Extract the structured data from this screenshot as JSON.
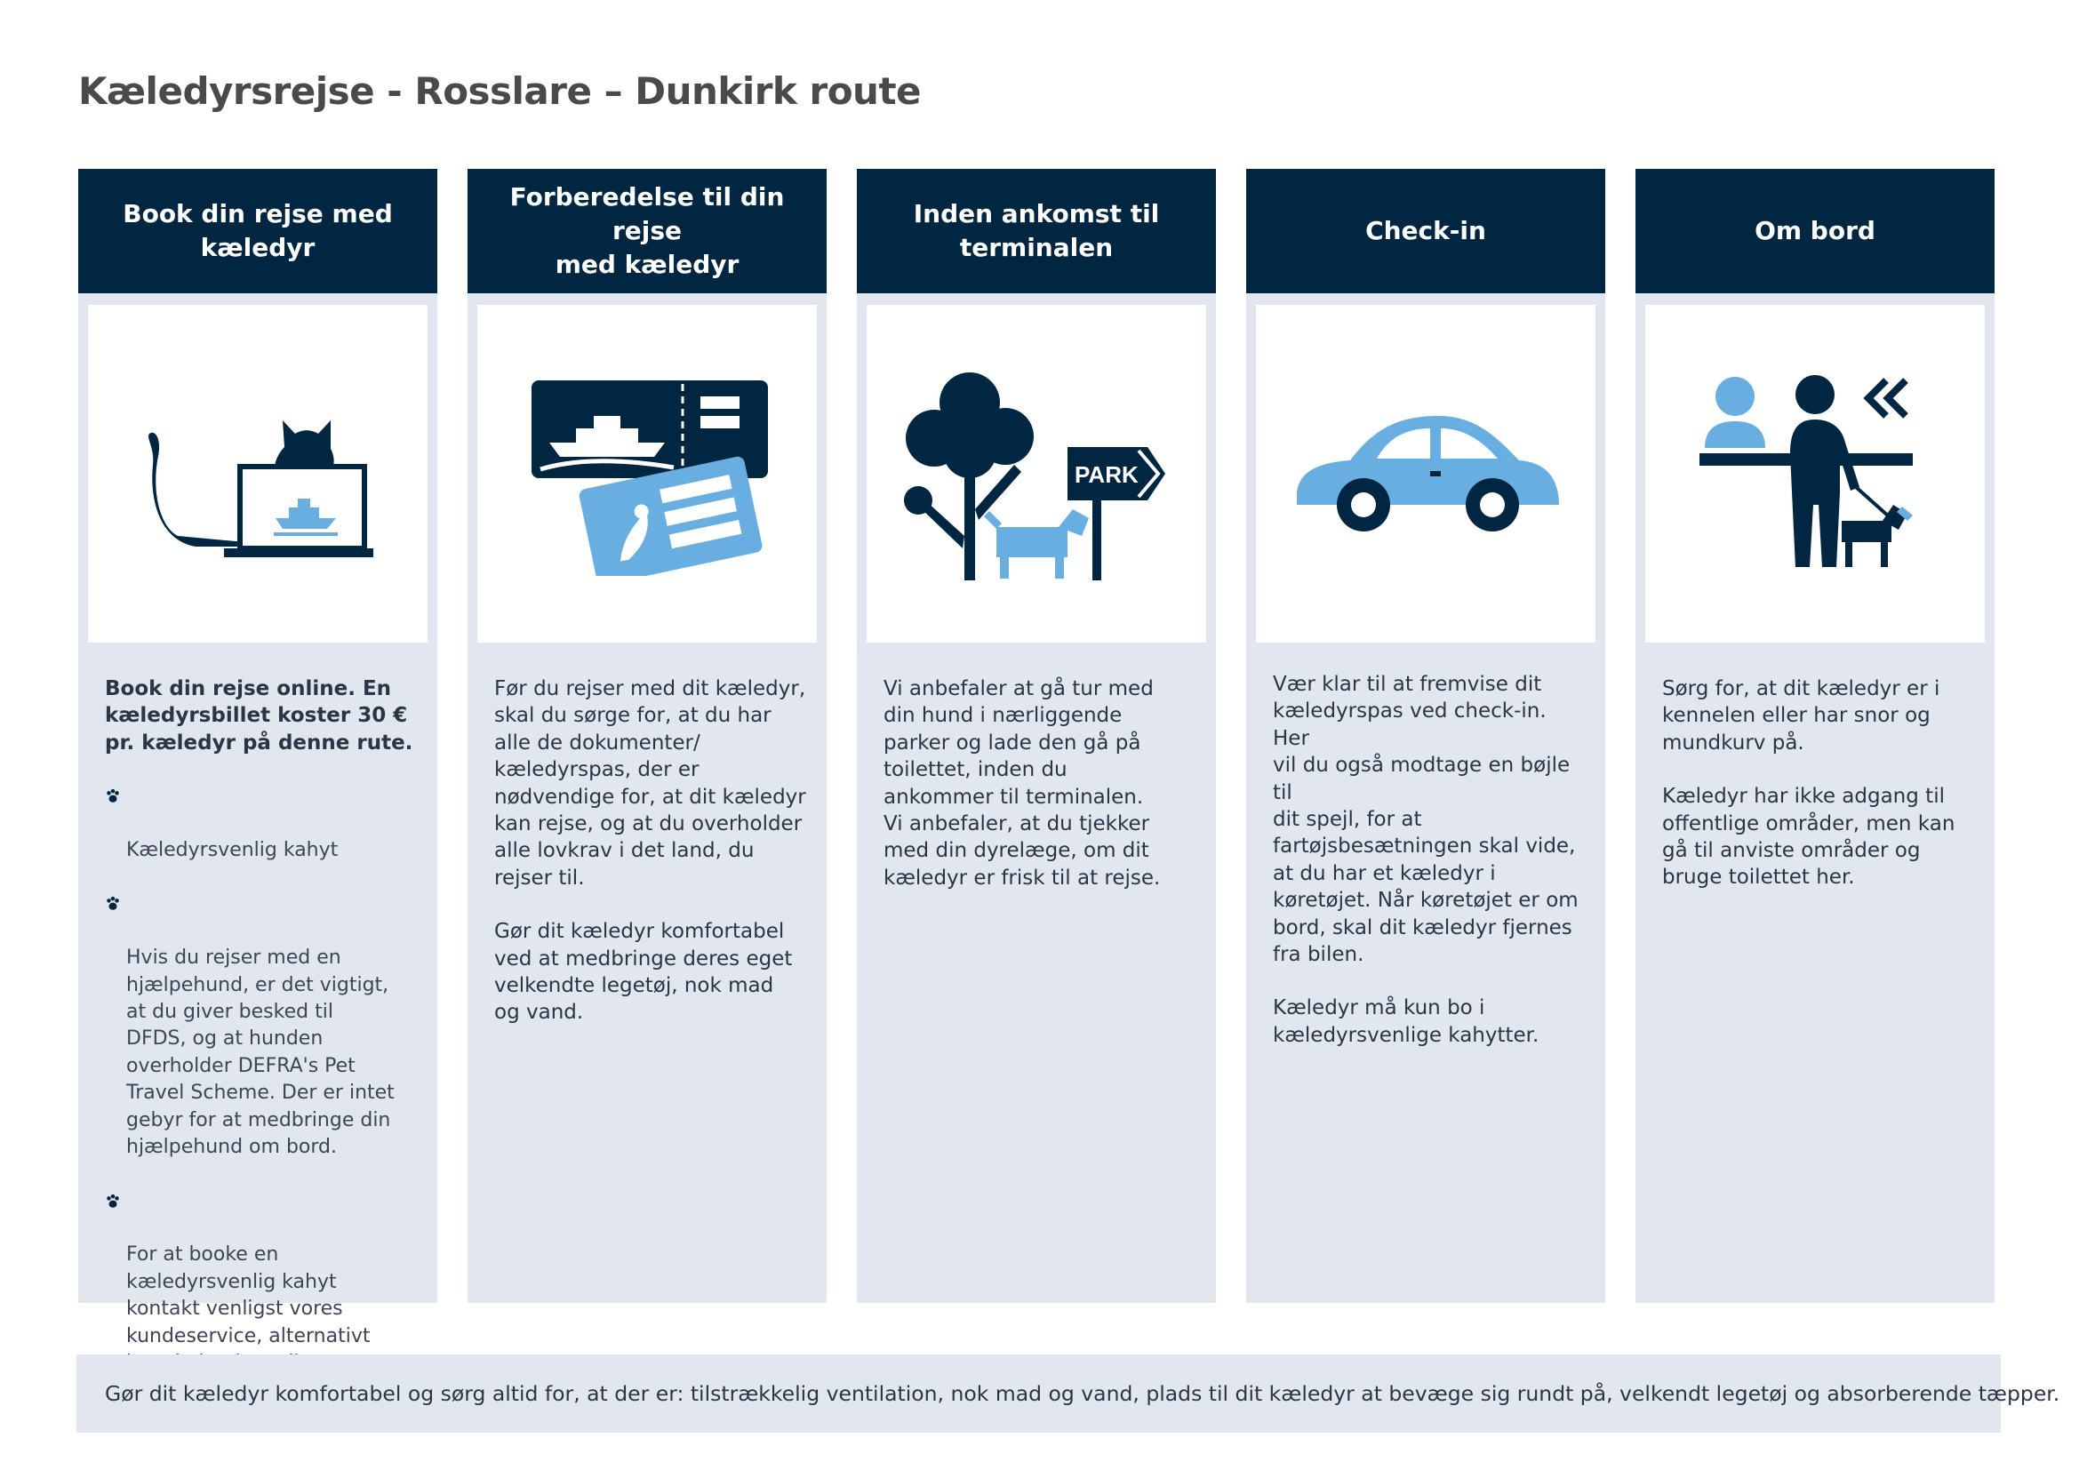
{
  "title": "Kæledyrsrejse - Rosslare – Dunkirk route",
  "columns": [
    {
      "heading": "Book din rejse med kæledyr",
      "heading_lines": [
        "Book din rejse med",
        "kæledyr"
      ],
      "icon": "cat-laptop-icon",
      "intro_bold": "Book din rejse online. En\nkæledyrsbillet koster 30 €\npr. kæledyr på denne rute.",
      "bullets": [
        "Kæledyrsvenlig kahyt",
        "Hvis du rejser med en\nhjælpehund, er det vigtigt,\nat du giver besked til\nDFDS, og at hunden\noverholder DEFRA's Pet\nTravel Scheme. Der er intet\ngebyr for at medbringe din\nhjælpehund om bord.",
        "For at booke en\nkæledyrsvenlig kahyt\nkontakt venligst vores\nkundeservice, alternativt\nkan du booke online."
      ]
    },
    {
      "heading": "Forberedelse til din rejse med kæledyr",
      "heading_lines": [
        "Forberedelse til din rejse",
        "med kæledyr"
      ],
      "icon": "ticket-passport-icon",
      "paragraphs": [
        "Før du rejser med dit kæledyr,\nskal du sørge for, at du har\nalle de dokumenter/\nkæledyrspas, der er\nnødvendige for, at dit kæledyr\nkan rejse, og at du overholder\nalle lovkrav i det land, du\nrejser til.",
        "Gør dit kæledyr komfortabel\nved at medbringe deres eget\nvelkendte legetøj, nok mad\nog vand."
      ]
    },
    {
      "heading": "Inden ankomst til terminalen",
      "heading_lines": [
        "Inden ankomst til",
        "terminalen"
      ],
      "icon": "park-dog-icon",
      "sign_text": "PARK",
      "paragraphs": [
        "Vi anbefaler at gå tur med\ndin hund i nærliggende\nparker og lade den gå på\ntoilettet, inden du\nankommer til terminalen.\nVi anbefaler, at du tjekker\nmed din dyrelæge, om dit\nkæledyr er frisk til at rejse."
      ]
    },
    {
      "heading": "Check-in",
      "heading_lines": [
        "Check-in"
      ],
      "icon": "car-icon",
      "paragraphs": [
        "Vær klar til at fremvise dit\nkæledyrspas ved check-in. Her\nvil du også modtage en bøjle til\ndit spejl, for at\nfartøjsbesætningen skal vide,\nat du har et kæledyr i\nkøretøjet. Når køretøjet er om\nbord, skal dit kæledyr fjernes\nfra bilen.",
        "Kæledyr må kun bo i\nkæledyrsvenlige kahytter."
      ]
    },
    {
      "heading": "Om bord",
      "heading_lines": [
        "Om bord"
      ],
      "icon": "people-dog-counter-icon",
      "paragraphs": [
        "Sørg for, at dit kæledyr er i\nkennelen eller har snor og\nmundkurv på.",
        "Kæledyr har ikke adgang til\noffentlige områder, men kan\ngå til anviste områder og\nbruge toilettet her."
      ]
    }
  ],
  "info": {
    "icon": "info-icon",
    "text": "Gør dit kæledyr komfortabel og sørg altid for, at der er: tilstrækkelig ventilation, nok mad og vand, plads til dit kæledyr at bevæge sig rundt på, velkendt legetøj og absorberende tæpper."
  },
  "colors": {
    "navy": "#002641",
    "light_blue": "#68aee0",
    "panel": "#e2e6ee"
  }
}
